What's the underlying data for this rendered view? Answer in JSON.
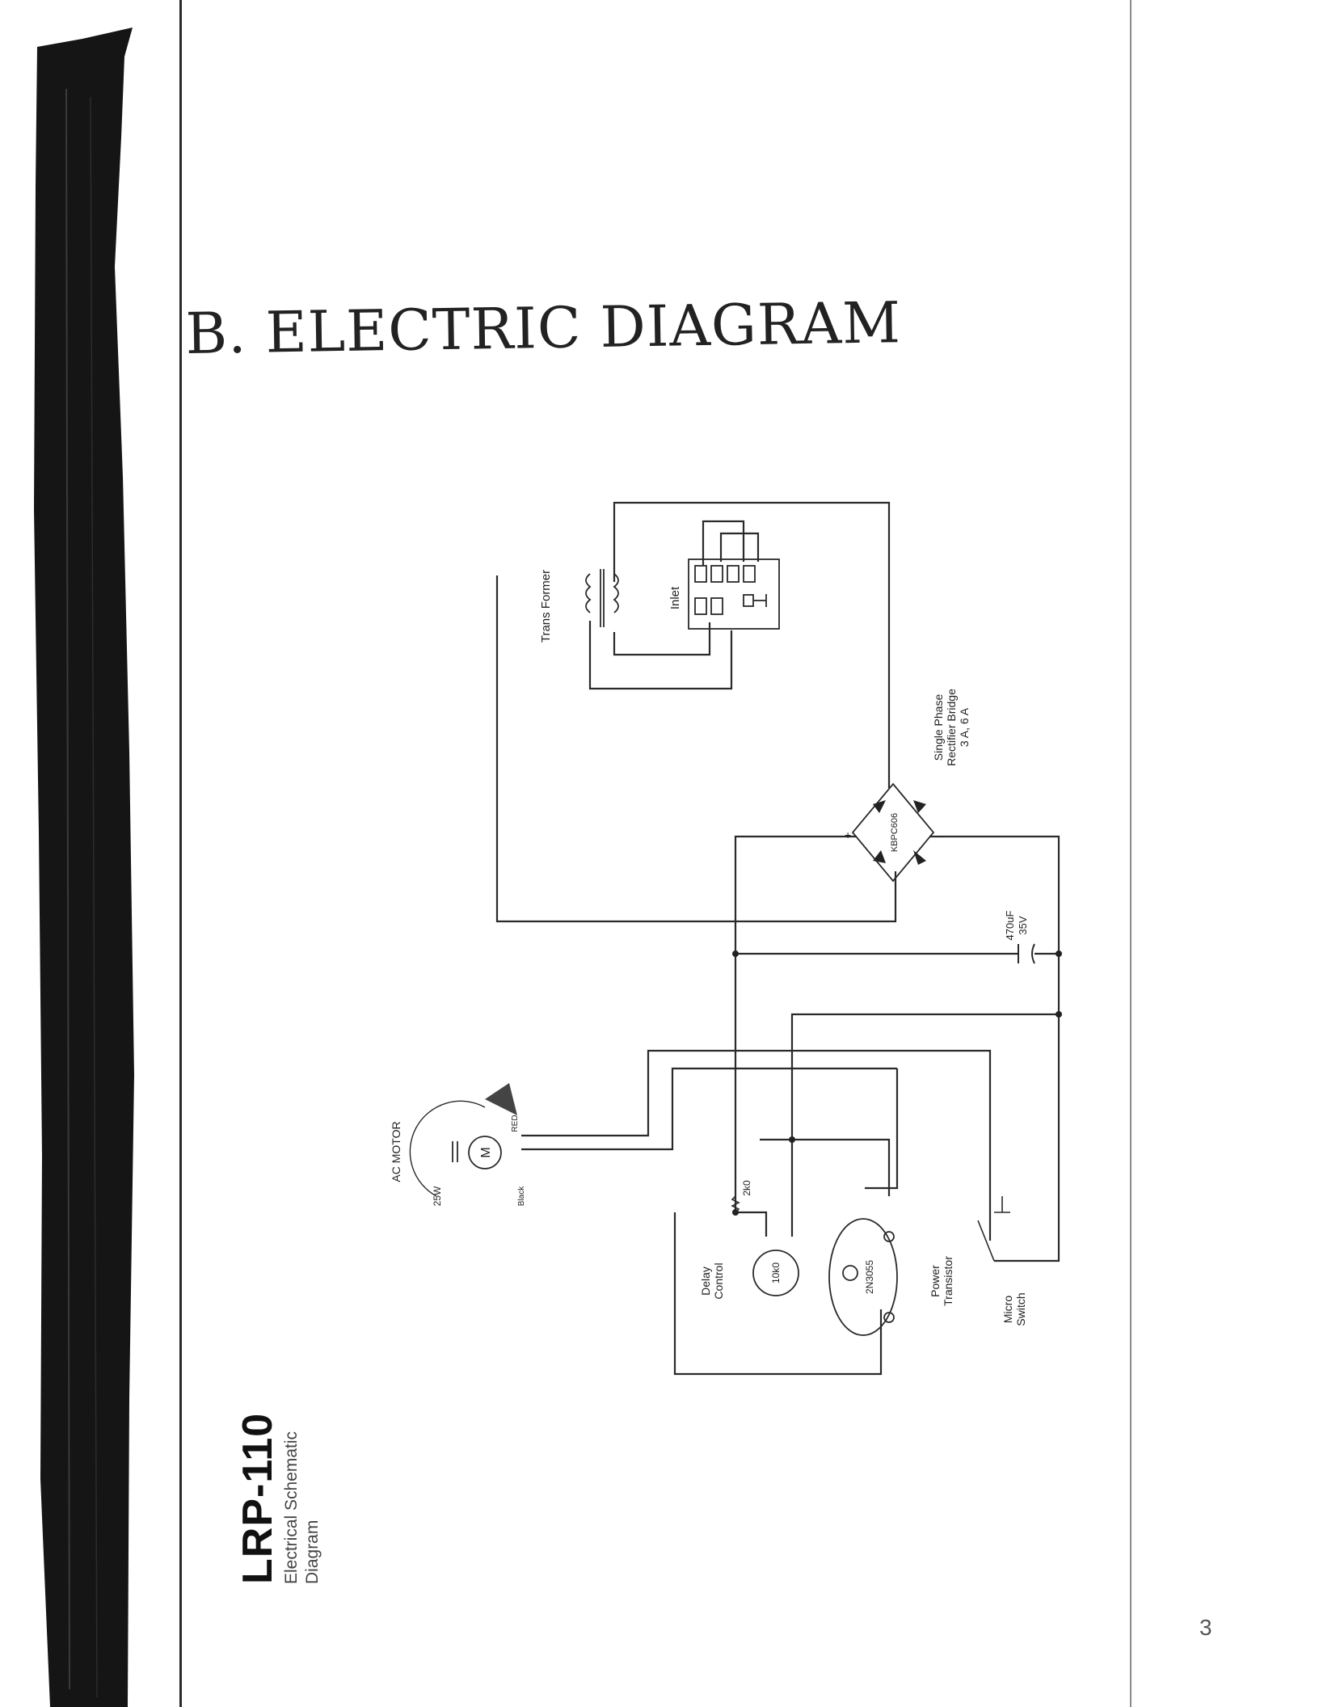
{
  "page": {
    "heading": "B. ELECTRIC DIAGRAM",
    "page_number": "3"
  },
  "title_block": {
    "model": "LRP-110",
    "subtitle": "Electrical Schematic Diagram"
  },
  "schematic": {
    "transformer_label": "Trans Former",
    "inlet_label": "Inlet",
    "rectifier_label_line1": "Single Phase",
    "rectifier_label_line2": "Rectifier Bridge",
    "rectifier_label_line3": "3 A, 6 A",
    "rectifier_part": "KBPC606",
    "capacitor_label_line1": "470uF",
    "capacitor_label_line2": "35V",
    "motor_title": "AC MOTOR",
    "motor_symbol": "M",
    "motor_power": "25W",
    "motor_wire_red": "RED",
    "motor_wire_black": "Black",
    "resistor_label": "2k0",
    "delay_control_line1": "Delay",
    "delay_control_line2": "Control",
    "delay_control_value": "10k0",
    "transistor_part": "2N3055",
    "power_transistor_line1": "Power",
    "power_transistor_line2": "Transistor",
    "micro_switch_line1": "Micro",
    "micro_switch_line2": "Switch"
  },
  "colors": {
    "ink": "#1f1f1f",
    "binding": "#141414",
    "wire": "#2a2a2a"
  }
}
